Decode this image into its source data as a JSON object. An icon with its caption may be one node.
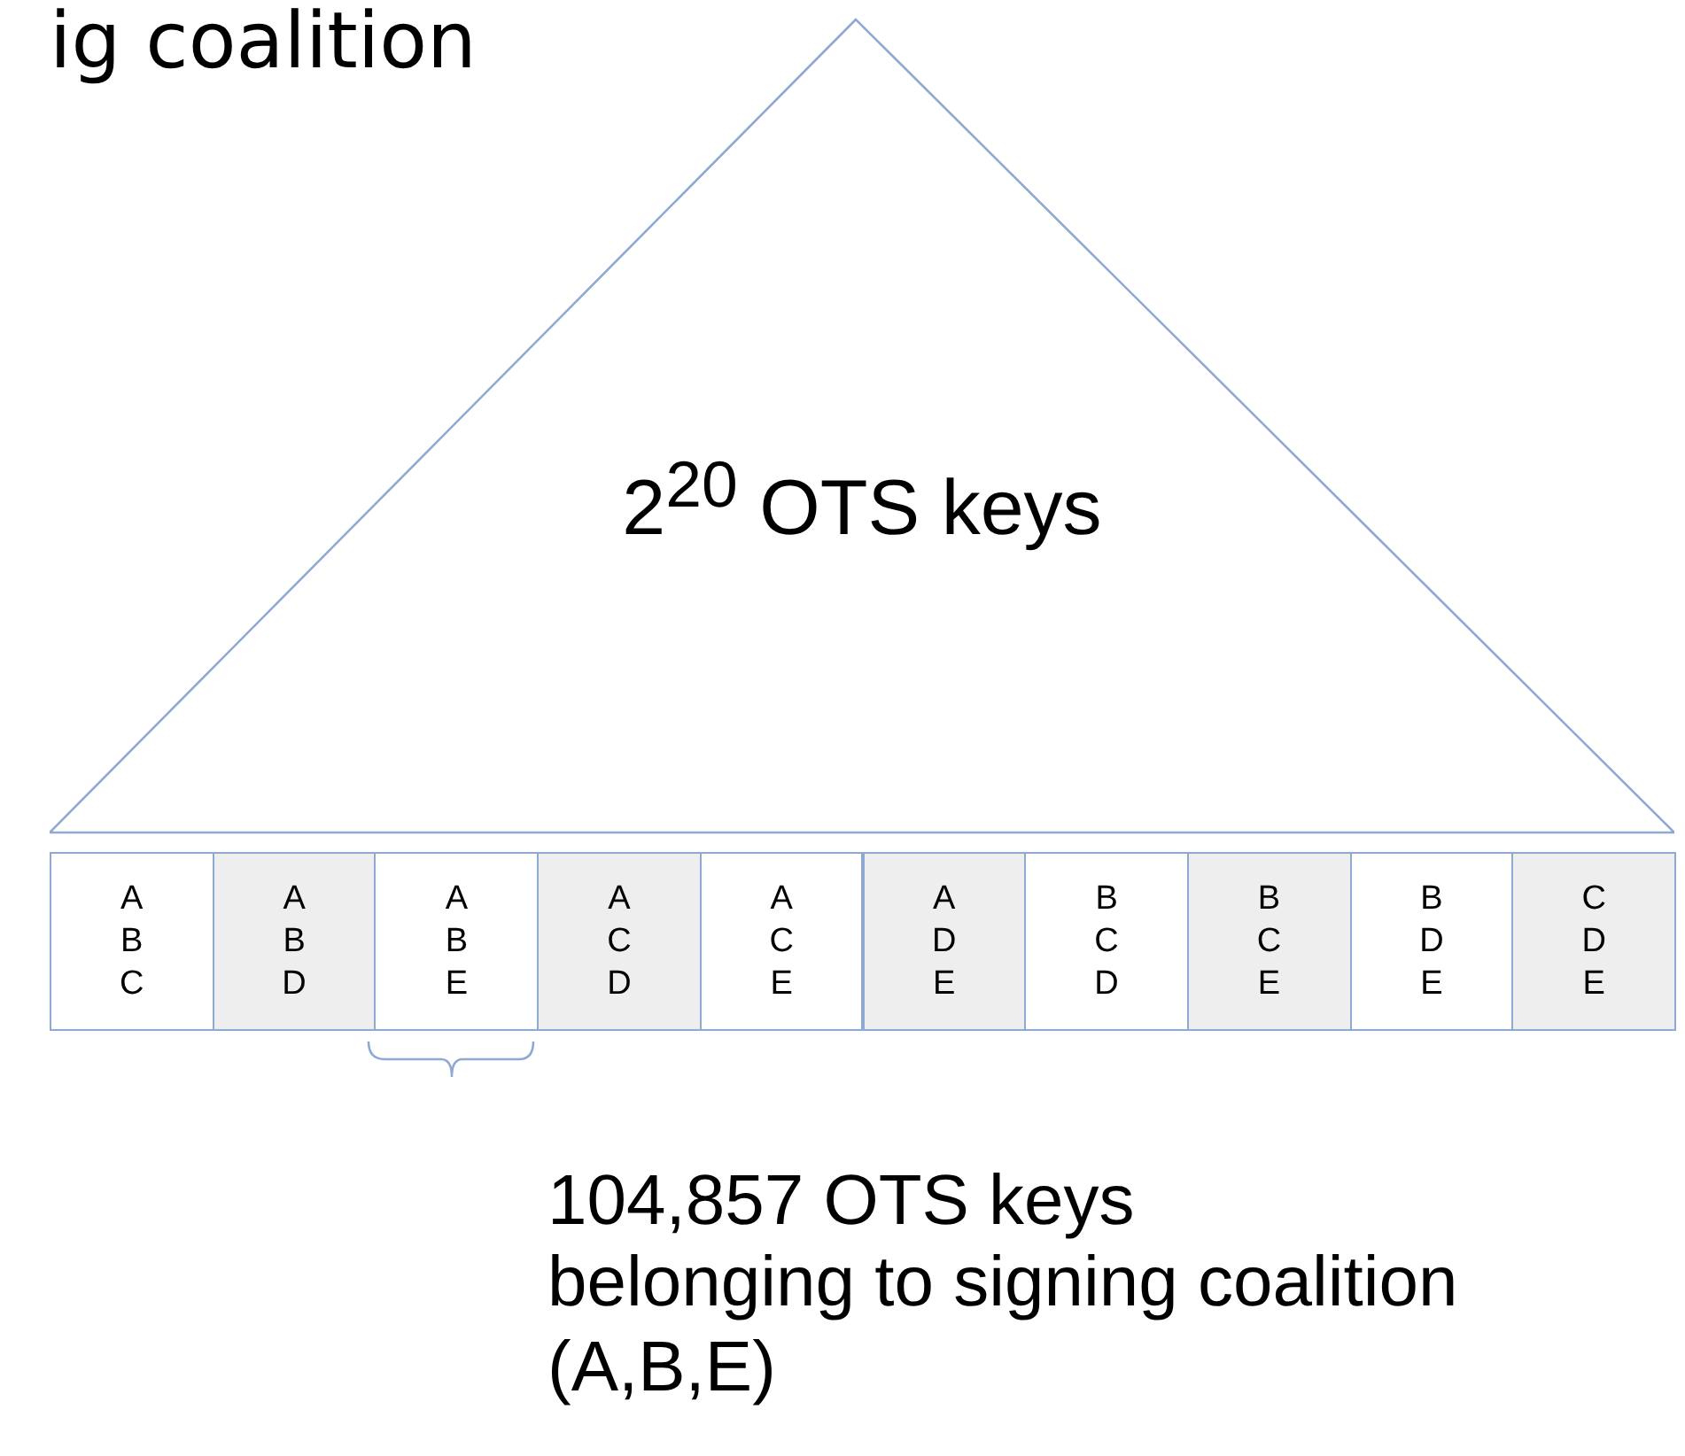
{
  "diagram": {
    "nodes": [
      {
        "text": [
          "2$^{20}$ OTS keys"
        ]
      },
      {
        "text": [
          "A B C"
        ]
      },
      {
        "text": [
          "A B D"
        ]
      },
      {
        "text": [
          "A B E"
        ]
      },
      {
        "text": [
          "A C D"
        ]
      },
      {
        "text": [
          "A C E"
        ]
      },
      {
        "text": [
          "A D E"
        ]
      },
      {
        "text": [
          "B C D"
        ]
      },
      {
        "text": [
          "B C E"
        ]
      },
      {
        "text": [
          "B D E"
        ]
      },
      {
        "text": [
          "C D E"
        ]
      }
    ],
    "labels": [
      "ig coalition",
      "104,857 OTS keys",
      "belonging to signing coalition (A,B,E)"
    ]
  }
}
